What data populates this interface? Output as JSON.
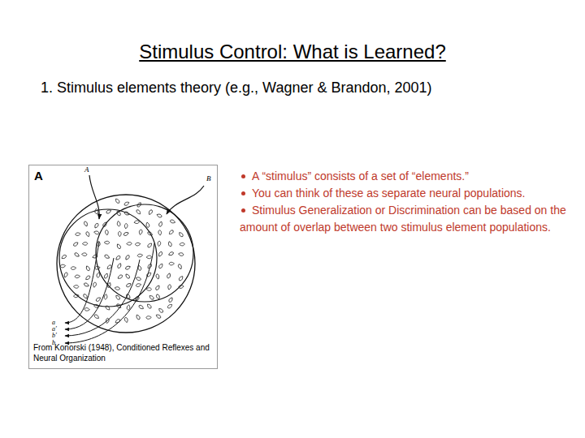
{
  "diagram": {
    "title": "Stimulus Control: What is Learned?",
    "nodes": [
      {
        "text": [
          "A",
          "From Konorski (1948), Conditioned Reflexes and Neural Organization"
        ]
      }
    ],
    "labels": [
      "1. Stimulus elements theory (e.g., Wagner & Brandon, 2001)",
      "A",
      "B",
      "a",
      "a'",
      "b'",
      "b",
      "A “stimulus” consists of a set of “elements.”",
      "You can think of these as separate neural populations.",
      "Stimulus Generalization or Discrimination can be based on the amount of overlap between two stimulus element populations."
    ]
  }
}
